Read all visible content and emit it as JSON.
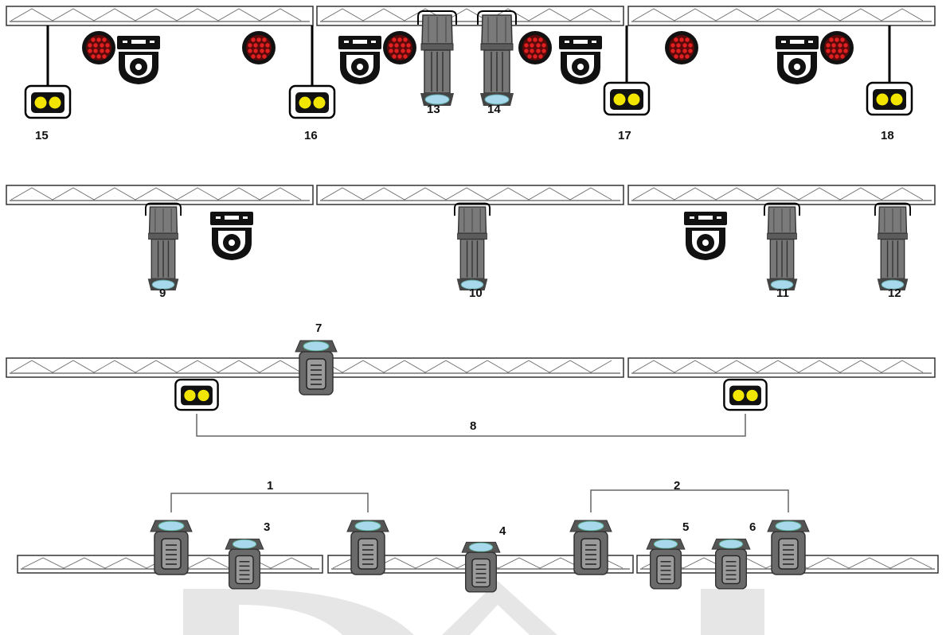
{
  "diagram": {
    "fixture_numbers": [
      "1",
      "2",
      "3",
      "4",
      "5",
      "6",
      "7",
      "8",
      "9",
      "10",
      "11",
      "12",
      "13",
      "14",
      "15",
      "16",
      "17",
      "18"
    ]
  },
  "colors": {
    "truss": "#333333",
    "truss_fill": "#ffffff",
    "par_yellow": "#f2e600",
    "lens_blue": "#a8d8ec",
    "body_gray": "#6f6f6f",
    "led_red": "#d92020",
    "moving_head": "#111111",
    "watermark": "#e6e6e6"
  },
  "icons": {
    "truss": "truss-segment-icon",
    "par": "led-par-icon",
    "spot": "profile-spot-icon",
    "fresnel": "fresnel-icon",
    "moving_head": "moving-head-icon",
    "blinder": "led-blinder-icon",
    "watermark": "watermark-logo-icon"
  }
}
